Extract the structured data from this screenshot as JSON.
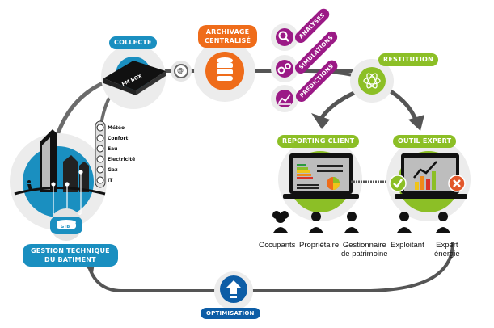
{
  "nodes": {
    "collecte": {
      "label": "COLLECTE",
      "device_label": "FM BOX"
    },
    "archivage": {
      "label_line1": "ARCHIVAGE",
      "label_line2": "CENTRALISÉ"
    },
    "connector": {
      "label": "@"
    },
    "processing": [
      {
        "label": "ANALYSES",
        "icon": "magnifier-icon"
      },
      {
        "label": "SIMULATIONS",
        "icon": "gears-icon"
      },
      {
        "label": "PRÉDICTIONS",
        "icon": "chart-trend-icon"
      }
    ],
    "restitution": {
      "label": "RESTITUTION"
    },
    "reporting_client": {
      "label": "REPORTING CLIENT"
    },
    "outil_expert": {
      "label": "OUTIL EXPERT"
    },
    "gtb": {
      "label_line1": "GESTION TECHNIQUE",
      "label_line2": "DU BATIMENT",
      "db_label": "GTB"
    },
    "optimisation": {
      "label": "OPTIMISATION"
    }
  },
  "sensors": [
    "Météo",
    "Confort",
    "Eau",
    "Electricité",
    "Gaz",
    "IT"
  ],
  "people": [
    {
      "label_line1": "Occupants",
      "label_line2": ""
    },
    {
      "label_line1": "Propriétaire",
      "label_line2": ""
    },
    {
      "label_line1": "Gestionnaire",
      "label_line2": "de patrimoine"
    },
    {
      "label_line1": "Exploitant",
      "label_line2": ""
    },
    {
      "label_line1": "Expert",
      "label_line2": "énergie"
    }
  ],
  "colors": {
    "blue": "#1a8fc0",
    "orange": "#ef6c1a",
    "purple": "#9b1a86",
    "green": "#8cbf26",
    "navy": "#0d5da6",
    "line": "#555555",
    "halo": "#e8e8e8"
  }
}
